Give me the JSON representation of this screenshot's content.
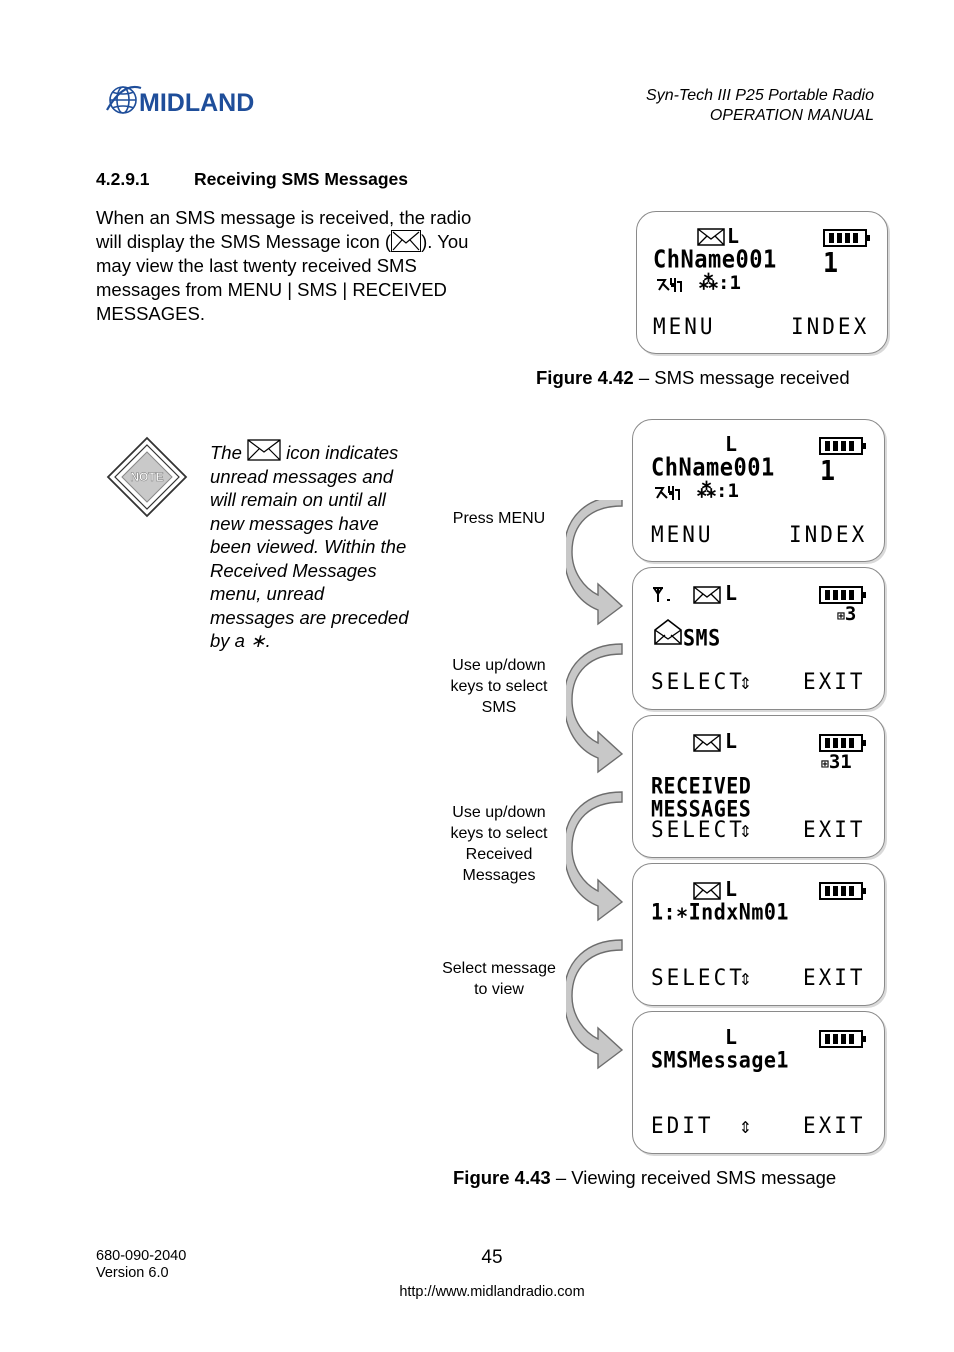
{
  "header": {
    "logo_text": "MIDLAND",
    "title_line1": "Syn-Tech III P25 Portable Radio",
    "title_line2": "OPERATION MANUAL"
  },
  "section": {
    "number": "4.2.9.1",
    "title": "Receiving SMS Messages"
  },
  "body": {
    "part1": "When an SMS message is received, the radio will display the SMS Message icon (",
    "part2": "). You may view the last twenty received SMS messages from MENU | SMS | RECEIVED MESSAGES."
  },
  "figure_42": {
    "label": "Figure 4.42",
    "caption": " – SMS message received",
    "screen": {
      "indicator": "L",
      "line1": "ChName001",
      "channel_num": "1",
      "status_digit": "1",
      "left_key": "MENU",
      "right_key": "INDEX"
    }
  },
  "note": {
    "badge": "NOTE",
    "text_the": "The",
    "text_rest": " icon indicates unread messages and will remain on until all new messages have been viewed. Within the Received Messages menu, unread messages are preceded by a ∗."
  },
  "flow": {
    "labels": [
      "Press MENU",
      "Use up/down keys to select SMS",
      "Use up/down keys to select Received Messages",
      "Select message to view"
    ],
    "screens": [
      {
        "indicator": "L",
        "line1": "ChName001",
        "channel_num": "1",
        "status_digit": "1",
        "left_key": "MENU",
        "right_key": "INDEX"
      },
      {
        "indicator": "L",
        "counter": "3",
        "line1": "SMS",
        "left_key": "SELECT",
        "arrows": "⇕",
        "right_key": "EXIT"
      },
      {
        "indicator": "L",
        "counter": "31",
        "line1": "RECEIVED",
        "line2": "MESSAGES",
        "left_key": "SELECT",
        "arrows": "⇕",
        "right_key": "EXIT"
      },
      {
        "indicator": "L",
        "line1": "1:∗IndxNm01",
        "left_key": "SELECT",
        "arrows": "⇕",
        "right_key": "EXIT"
      },
      {
        "indicator": "L",
        "line1": "SMSMessage1",
        "left_key": "EDIT",
        "arrows": "⇕",
        "right_key": "EXIT"
      }
    ]
  },
  "figure_43": {
    "label": "Figure 4.43",
    "caption": " – Viewing received SMS message"
  },
  "footer": {
    "doc_number": "680-090-2040",
    "version": "Version 6.0",
    "page": "45",
    "url": "http://www.midlandradio.com"
  },
  "colors": {
    "arrow_fill": "#c8c8c8",
    "arrow_stroke": "#6d6d6d",
    "screen_border": "#8a8a8a",
    "logo_blue": "#1f4e9a"
  }
}
